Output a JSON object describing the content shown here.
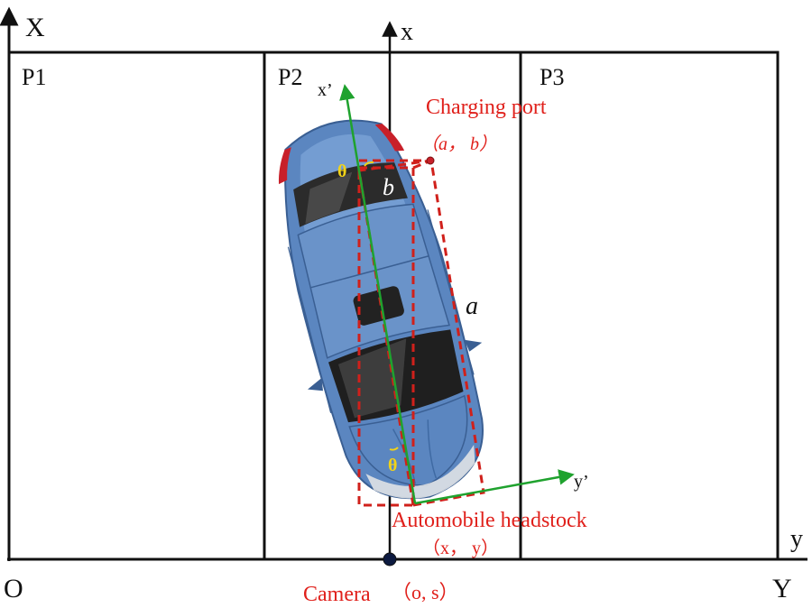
{
  "axes": {
    "outer_vertical": "X",
    "outer_horizontal": "Y",
    "origin": "O",
    "inner_vertical": "x",
    "inner_horizontal": "y",
    "car_long": "x’",
    "car_lat": "y’"
  },
  "zones": {
    "p1": "P1",
    "p2": "P2",
    "p3": "P3"
  },
  "annotations": {
    "charging_port": "Charging port",
    "charging_port_coord": "（a， b）",
    "headstock": "Automobile headstock",
    "headstock_coord": "（x， y）",
    "camera": "Camera",
    "camera_coord": "（o, s）",
    "dim_a": "a",
    "dim_b": "b",
    "angle_top": "θ",
    "angle_bottom": "θ"
  },
  "colors": {
    "line": "#111111",
    "arrow_green": "#1fa22e",
    "dashed_red": "#d0201b",
    "text_red": "#e0201b",
    "theta_yellow": "#f2d318",
    "car_body": "#5b86c0"
  }
}
